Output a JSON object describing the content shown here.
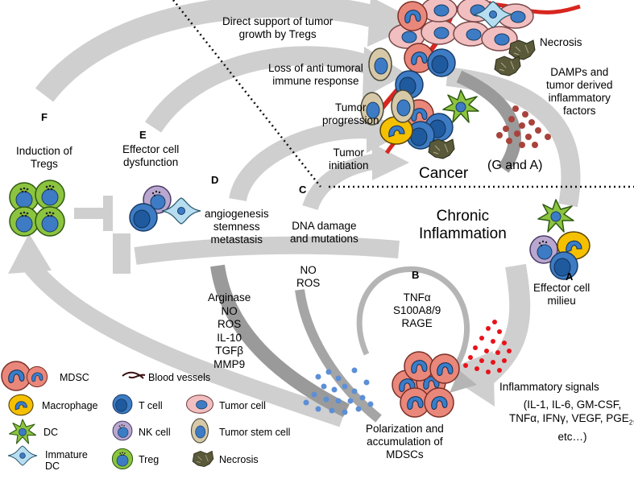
{
  "labels": {
    "direct_support": "Direct support of tumor\ngrowth by Tregs",
    "loss_antitumoral": "Loss of anti tumoral\nimmune response",
    "tumor_progression": "Tumor\nprogression",
    "tumor_initiation": "Tumor\ninitiation",
    "necrosis": "Necrosis",
    "damps": "DAMPs and\ntumor derived\ninflammatory\nfactors",
    "cancer": "Cancer",
    "g_and_a": "(G and A)",
    "chronic_inflammation": "Chronic\nInflammation",
    "induction_tregs": "Induction of\nTregs",
    "effector_dysfunction": "Effector cell\ndysfunction",
    "angiogenesis": "angiogenesis\nstemness\nmetastasis",
    "dna_damage": "DNA damage\nand mutations",
    "no_ros": "NO\nROS",
    "suppressive_factors": "Arginase\nNO\nROS\nIL-10\nTGFβ\nMMP9",
    "loop_factors": "TNFα\nS100A8/9\nRAGE",
    "effector_milieu": "Effector cell\nmilieu",
    "inflammatory_signals": "Inflammatory signals",
    "signals_list_1": "(IL-1, IL-6, GM-CSF,",
    "signals_list_2": "TNFα, IFNγ, VEGF, PGE",
    "signals_list_2_sub": "2",
    "signals_list_2_end": ",",
    "signals_list_3": "etc…)",
    "polarization": "Polarization and\naccumulation of\nMDSCs"
  },
  "letters": {
    "a": "A",
    "b": "B",
    "c": "C",
    "d": "D",
    "e": "E",
    "f": "F"
  },
  "legend": {
    "mdsc": "MDSC",
    "blood_vessels": "Blood vessels",
    "macrophage": "Macrophage",
    "t_cell": "T cell",
    "tumor_cell": "Tumor cell",
    "dc": "DC",
    "nk_cell": "NK cell",
    "tumor_stem_cell": "Tumor stem cell",
    "immature_dc": "Immature\nDC",
    "treg": "Treg",
    "necrosis": "Necrosis"
  },
  "colors": {
    "arrow_gray": "#c9c9c9",
    "arrow_dark": "#9a9a9a",
    "mdsc_fill": "#e9877a",
    "mdsc_nucleus": "#3a7dc9",
    "macrophage_fill": "#f5c000",
    "tcell_fill": "#3d7cc4",
    "tumor_fill": "#f2bfc0",
    "stem_fill": "#d7c9a8",
    "dc_fill": "#8cc43f",
    "nk_fill": "#b9a7cf",
    "immature_dc_fill": "#b7def0",
    "treg_fill": "#8cc43f",
    "vessel_red": "#d8261f",
    "inflam_red": "#e8121b",
    "damp_brown": "#a8433c",
    "dots_blue": "#5c8fd6",
    "necrosis_fill": "#5a5a3a"
  }
}
